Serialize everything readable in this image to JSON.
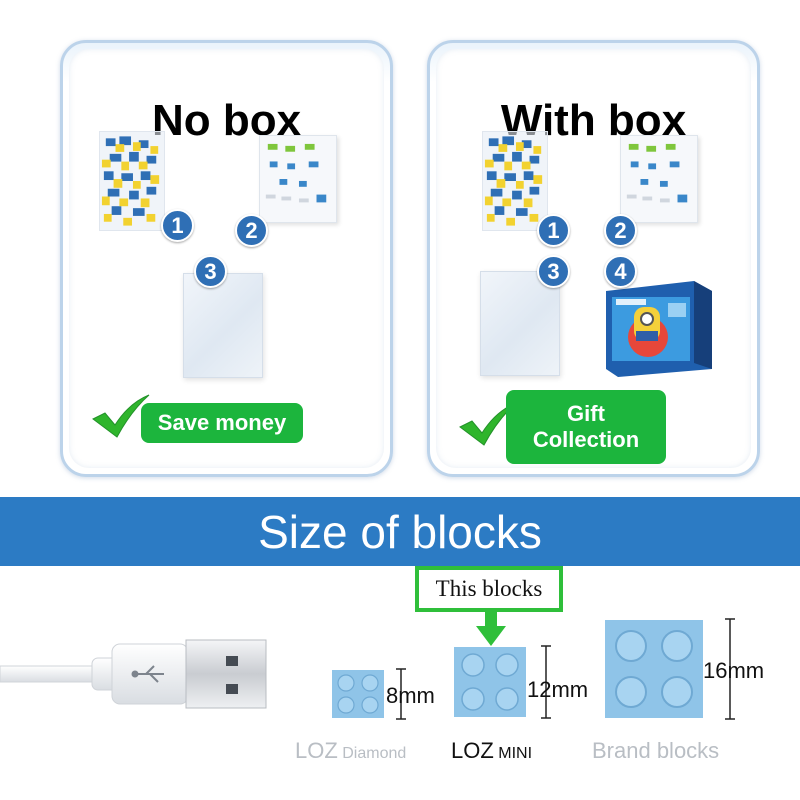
{
  "panels": {
    "no_box": {
      "title": "No box",
      "numbers": [
        "1",
        "2",
        "3"
      ],
      "benefit": "Save money"
    },
    "with_box": {
      "title": "With box",
      "numbers": [
        "1",
        "2",
        "3",
        "4"
      ],
      "benefit_line1": "Gift",
      "benefit_line2": "Collection"
    }
  },
  "banner": {
    "title": "Size of blocks"
  },
  "callout": {
    "label": "This blocks"
  },
  "blocks": [
    {
      "name": "LOZ",
      "sub": "Diamond",
      "size": "8mm",
      "name_color": "#b9bec4"
    },
    {
      "name": "LOZ",
      "sub": "MINI",
      "size": "12mm",
      "name_color": "#111111"
    },
    {
      "name": "Brand blocks",
      "size": "16mm",
      "name_color": "#b9bec4"
    }
  ],
  "colors": {
    "banner": "#2c7bc4",
    "badge_number": "#2f6fb5",
    "benefit_green": "#1cb53d",
    "check_green": "#2fb52c",
    "callout_border": "#2fbf3a",
    "block_blue": "#8fc4e8"
  },
  "icons": {
    "check": "check-mark-icon",
    "arrow": "arrow-down-icon",
    "usb": "usb-symbol-icon"
  }
}
